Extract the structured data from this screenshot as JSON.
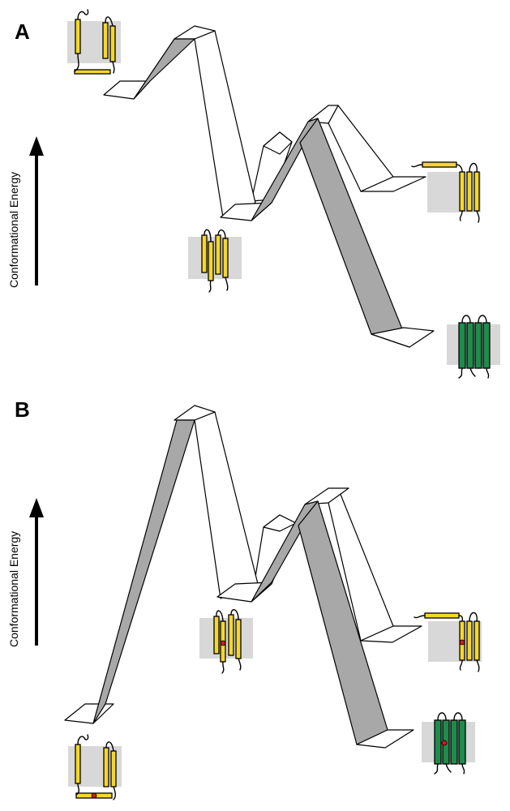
{
  "panels": [
    {
      "id": "A",
      "label": "A",
      "axis_label": "Conformational Energy"
    },
    {
      "id": "B",
      "label": "B",
      "axis_label": "Conformational Energy"
    }
  ],
  "colors": {
    "helix_yellow": "#f4d72b",
    "helix_green": "#1e8c4c",
    "membrane_gray": "#d8d8d8",
    "ribbon_gray": "#a8a8a8",
    "ligand_red": "#d11a1a"
  },
  "icons": [
    "membrane-protein-icon",
    "energy-arrow-icon"
  ]
}
